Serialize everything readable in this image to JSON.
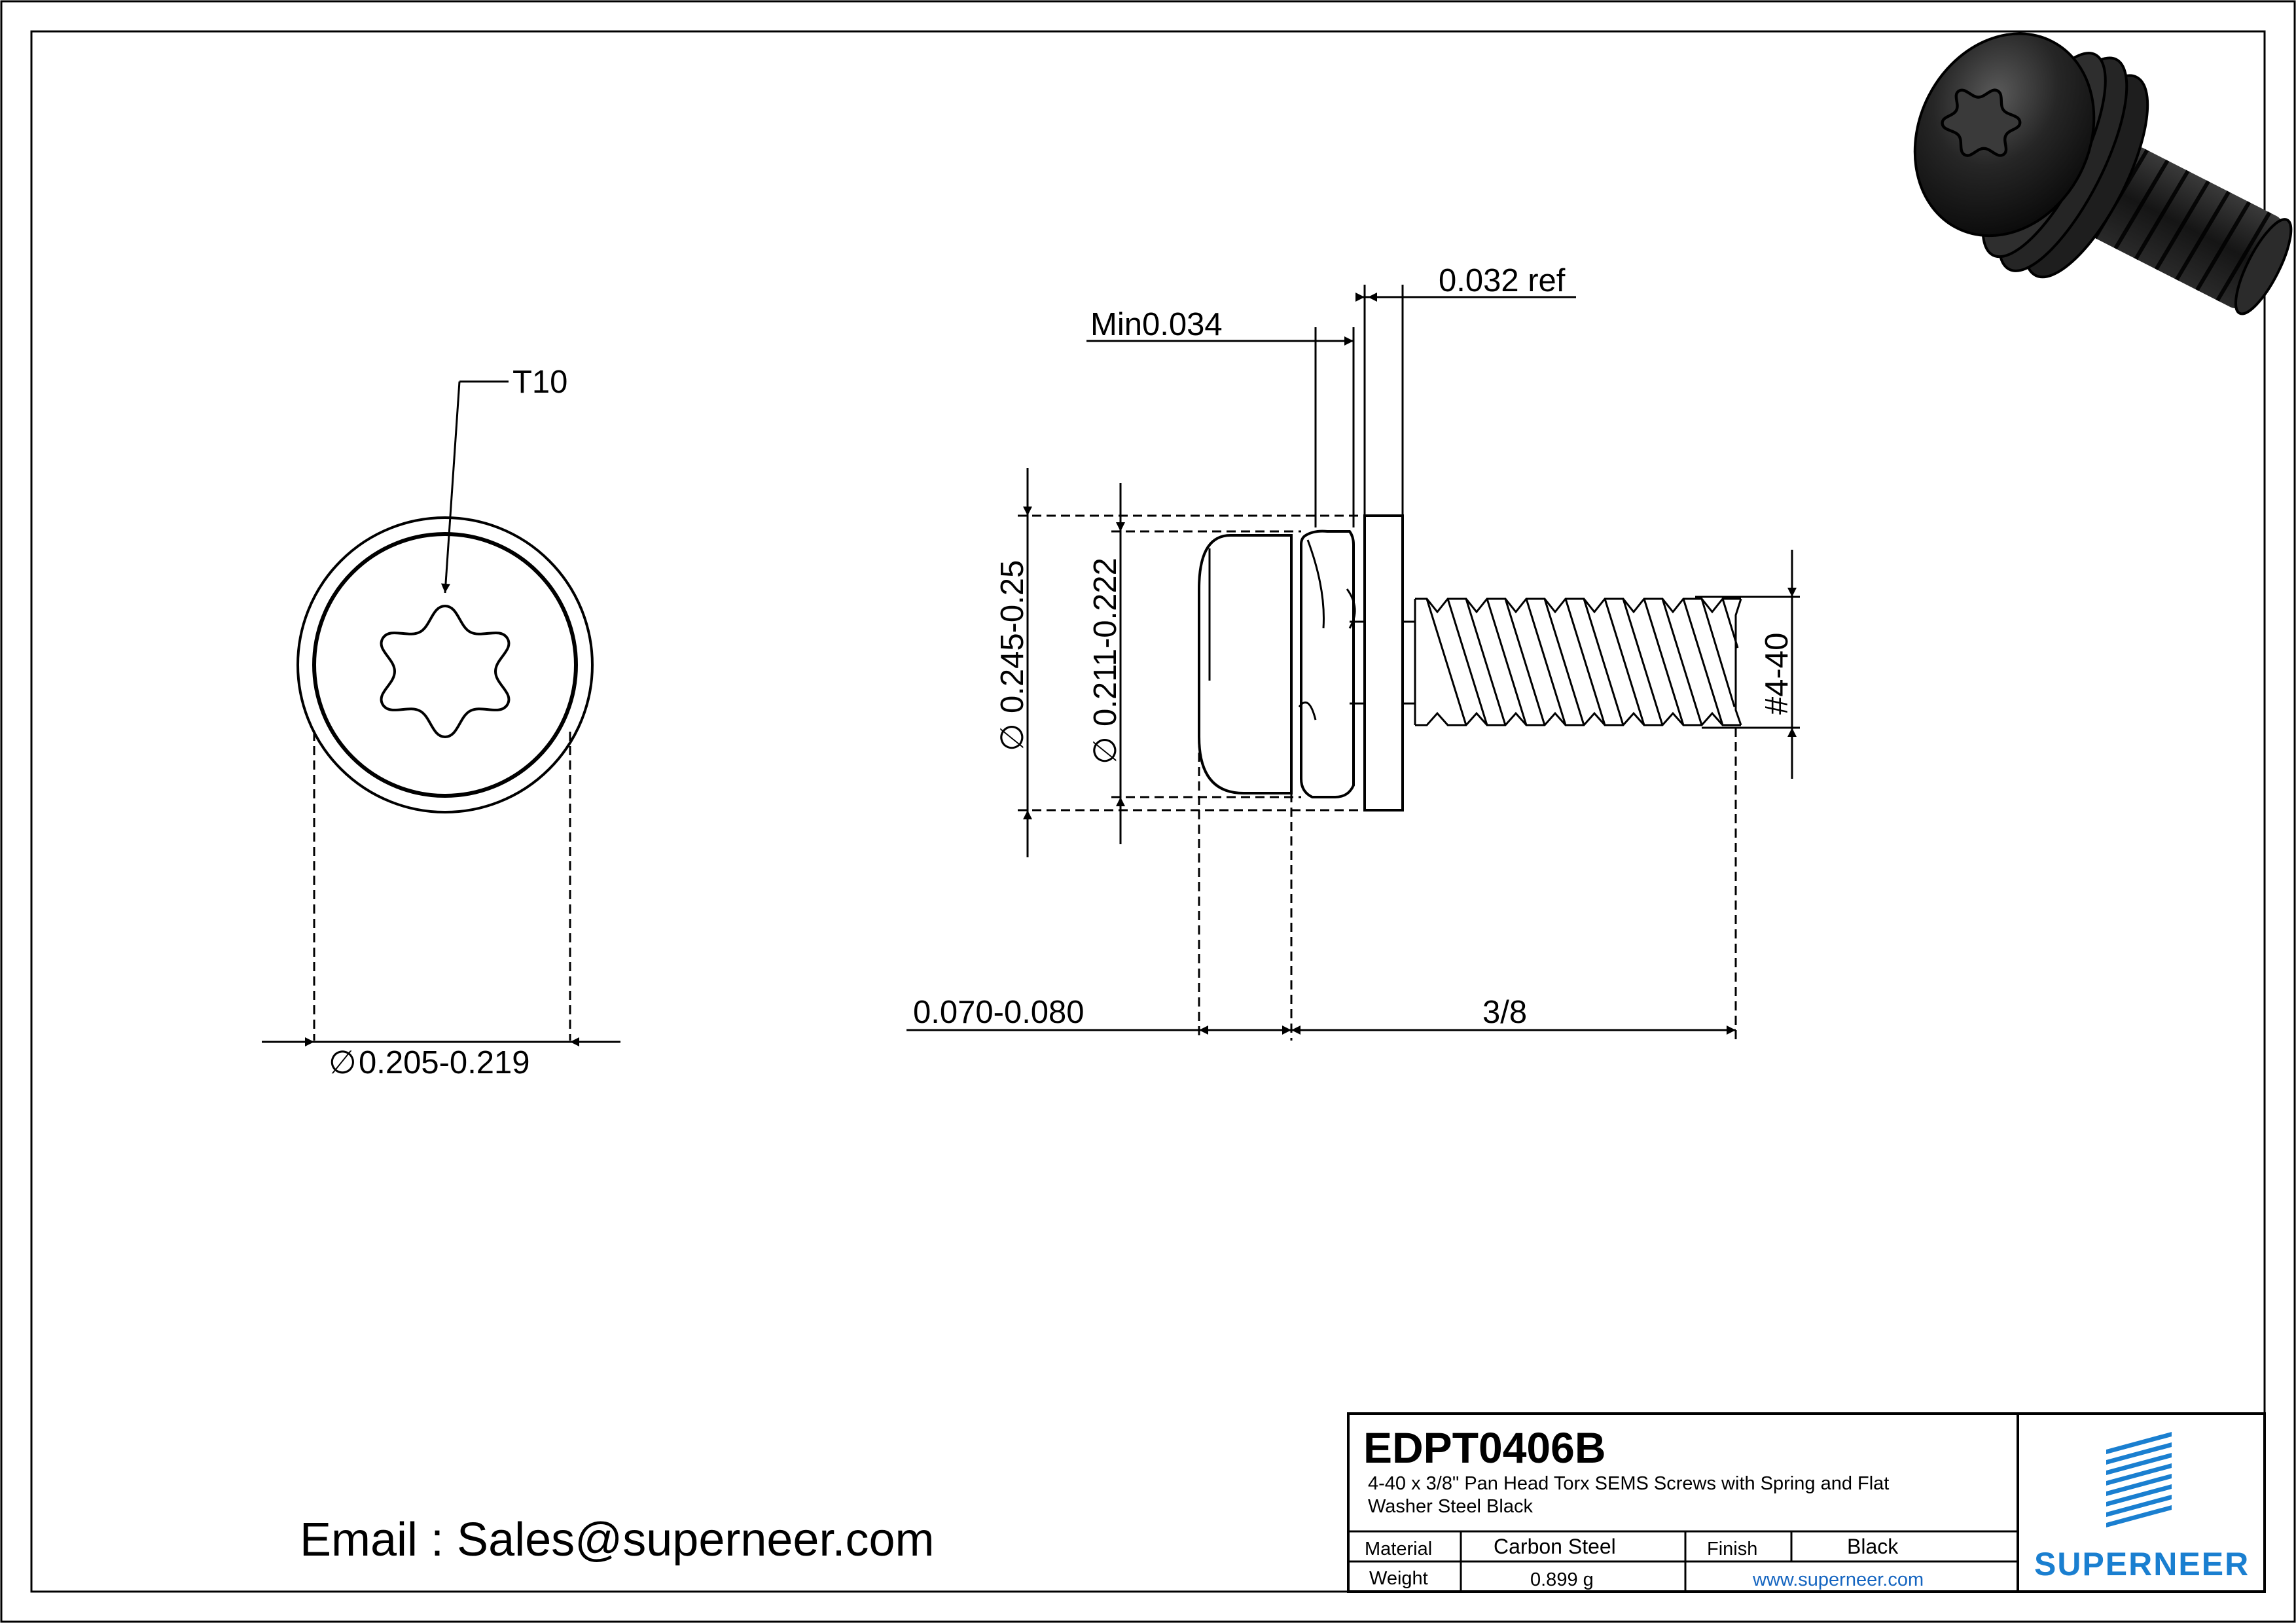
{
  "views": {
    "end_view": {
      "drive_label": "T10",
      "diameter_label": "0.205-0.219",
      "diameter_symbol": "∅"
    },
    "side_view": {
      "flat_washer_thickness": "0.032 ref",
      "spring_washer_thickness": "Min0.034",
      "flat_washer_diameter": "0.245-0.25",
      "spring_washer_diameter": "0.211-0.222",
      "thread_size": "#4-40",
      "head_height": "0.070-0.080",
      "length": "3/8",
      "diameter_symbol": "∅"
    }
  },
  "contact": {
    "email_line": "Email : Sales@superneer.com"
  },
  "title_block": {
    "part_number": "EDPT0406B",
    "description_line1": "4-40 x 3/8\" Pan Head Torx SEMS Screws with Spring and Flat",
    "description_line2": "Washer  Steel Black",
    "material_label": "Material",
    "material_value": "Carbon Steel",
    "finish_label": "Finish",
    "finish_value": "Black",
    "weight_label": "Weight",
    "weight_value": "0.899 g",
    "website": "www.superneer.com",
    "brand": "SUPERNEER"
  },
  "colors": {
    "line": "#000000",
    "brand_blue": "#1a7fd0",
    "website_blue": "#1565c0",
    "render_dark": "#1b1b1b"
  },
  "icons": {
    "logo": "superneer-stripes-logo",
    "render": "screw-3d-render"
  }
}
